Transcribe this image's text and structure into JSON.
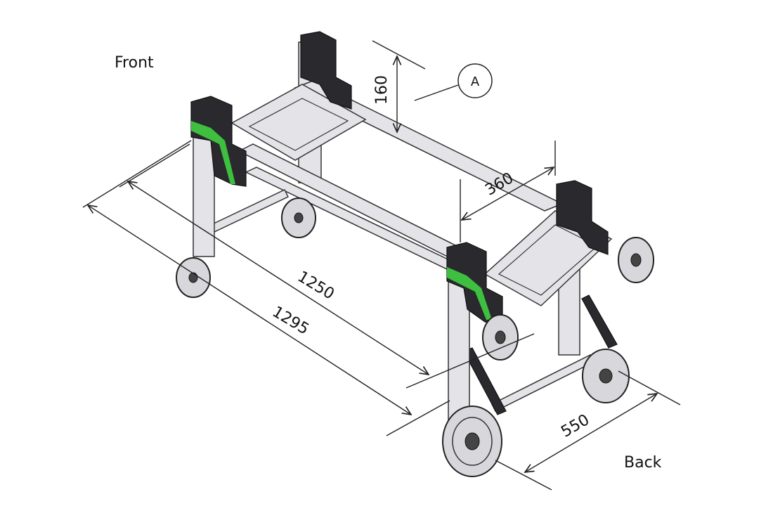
{
  "labels": {
    "front": "Front",
    "back": "Back",
    "callout_a": "A"
  },
  "dimensions": {
    "height": "160",
    "width_inner": "360",
    "length_inner": "1250",
    "length_outer": "1295",
    "width_outer": "550"
  },
  "colors": {
    "accent_green": "#3fbf3f",
    "frame": "#e4e4e8",
    "handle": "#2a2a2e"
  }
}
